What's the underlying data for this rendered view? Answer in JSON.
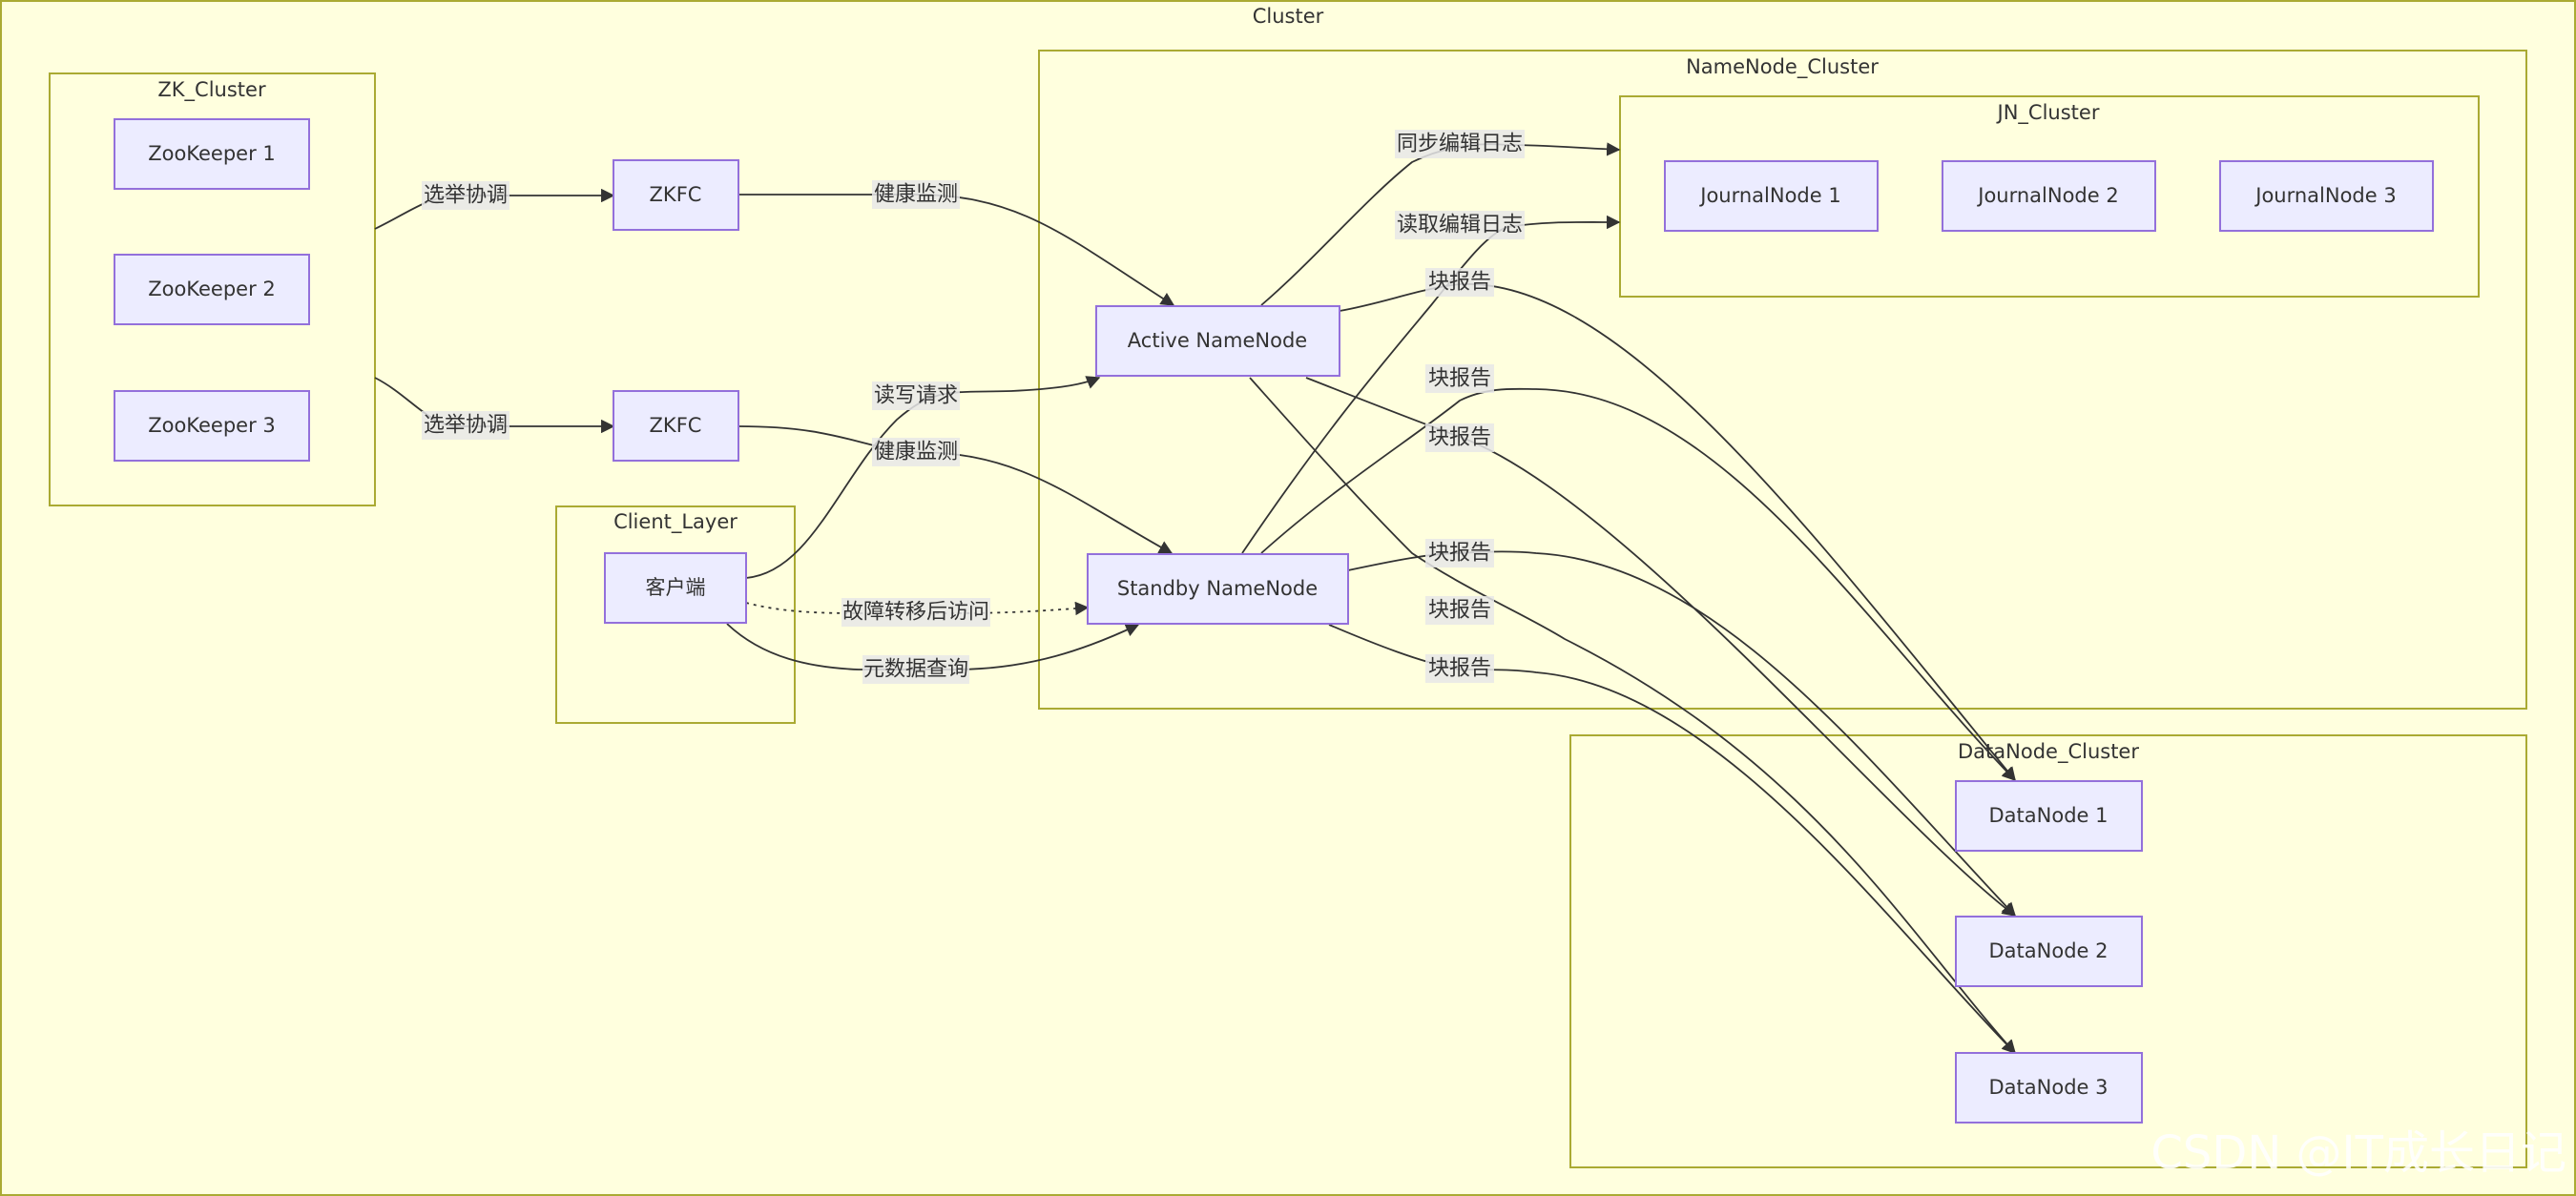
{
  "clusters": {
    "outer": "Cluster",
    "zk": "ZK_Cluster",
    "namenode": "NameNode_Cluster",
    "jn": "JN_Cluster",
    "client": "Client_Layer",
    "datanode": "DataNode_Cluster"
  },
  "nodes": {
    "zk1": "ZooKeeper 1",
    "zk2": "ZooKeeper 2",
    "zk3": "ZooKeeper 3",
    "zkfc1": "ZKFC",
    "zkfc2": "ZKFC",
    "client": "客户端",
    "active_nn": "Active NameNode",
    "standby_nn": "Standby NameNode",
    "jn1": "JournalNode 1",
    "jn2": "JournalNode 2",
    "jn3": "JournalNode 3",
    "dn1": "DataNode 1",
    "dn2": "DataNode 2",
    "dn3": "DataNode 3"
  },
  "edges": {
    "election1": "选举协调",
    "election2": "选举协调",
    "health1": "健康监测",
    "health2": "健康监测",
    "sync_edits": "同步编辑日志",
    "read_edits": "读取编辑日志",
    "rw_request": "读写请求",
    "failover_access": "故障转移后访问",
    "metadata_query": "元数据查询",
    "block_report": "块报告"
  },
  "watermark": "CSDN @IT成长日记",
  "colors": {
    "cluster_fill": "#ffffde",
    "cluster_stroke": "#aaaa33",
    "node_fill": "#ececff",
    "node_stroke": "#9370db",
    "edge": "#333333"
  }
}
